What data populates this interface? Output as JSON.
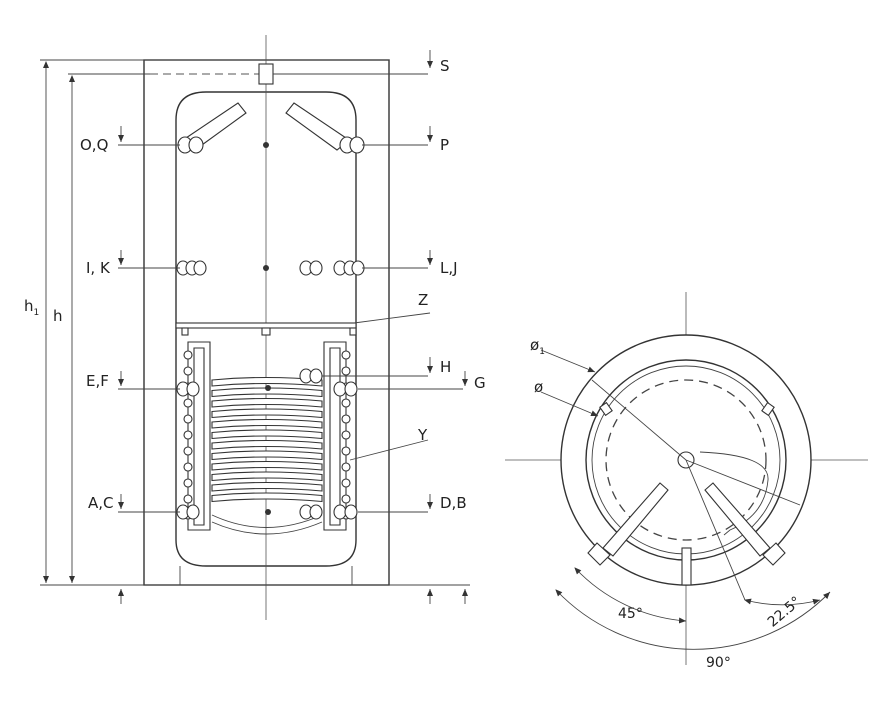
{
  "labels": {
    "s": "S",
    "oq": "O,Q",
    "p": "P",
    "ik": "I, K",
    "lj": "L,J",
    "z": "Z",
    "h_conn": "H",
    "ef": "E,F",
    "g": "G",
    "y": "Y",
    "ac": "A,C",
    "db": "D,B",
    "h_total": "h",
    "h1_main": "h",
    "h1_sub": "1",
    "dia_outer_main": "ø",
    "dia_outer_sub": "1",
    "dia_inner": "ø"
  },
  "angles": {
    "a45": "45°",
    "a22": "22.5°",
    "a90": "90°"
  }
}
